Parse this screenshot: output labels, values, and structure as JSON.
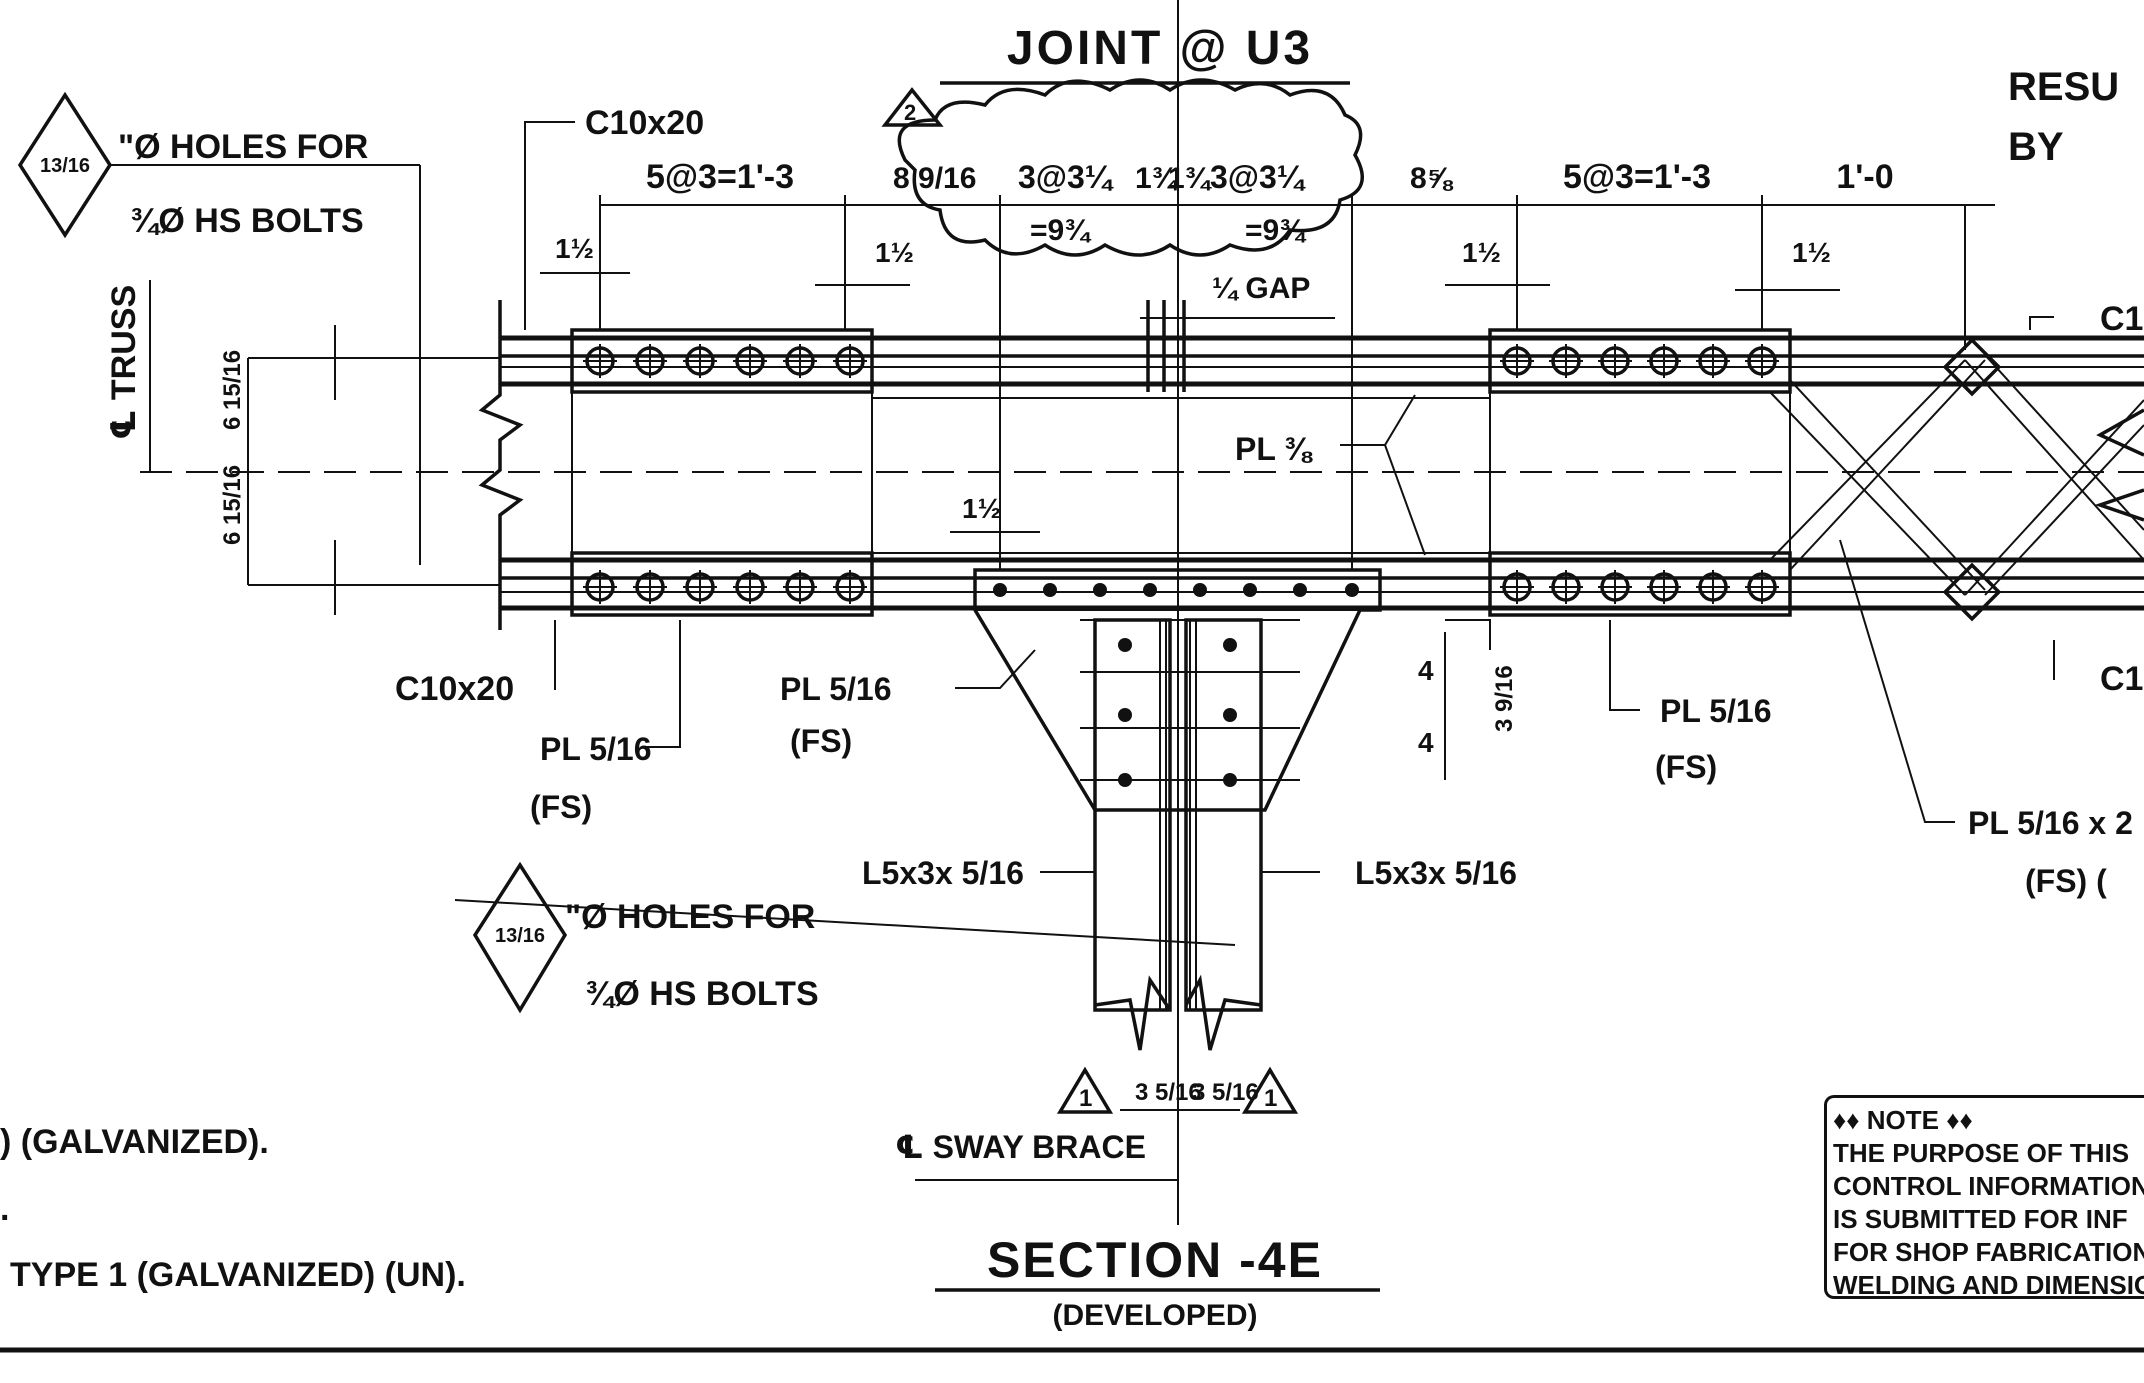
{
  "title": "JOINT @ U3",
  "corner_text": [
    "RESU",
    "BY"
  ],
  "section": {
    "title": "SECTION -4E",
    "subtitle": "(DEVELOPED)"
  },
  "holes_note": {
    "fraction": "13/16",
    "line1": "\"Ø HOLES FOR",
    "line2": "¾Ø HS BOLTS"
  },
  "labels": {
    "c10x20_top": "C10x20",
    "c10x20_bottom": "C10x20",
    "truss": "℄ TRUSS",
    "dim_6_15_16": "6 15/16",
    "dim_1_half": "1½",
    "pl_3_8": "PL ⅜",
    "pl_5_16": "PL 5/16",
    "fs": "(FS)",
    "l5x3": "L5x3x 5/16",
    "sway_brace": "℄ SWAY BRACE",
    "gap": "¼ GAP",
    "pl_right": "PL 5/16 x 2",
    "fs_right": "(FS) (",
    "c1_right": "C1",
    "dim_4": "4",
    "dim_3_9_16": "3 9/16",
    "dim_3_5_16": "3 5/16",
    "revision_1": "1",
    "revision_2": "2"
  },
  "dims_top": {
    "left_group": "5@3=1'-3",
    "a": "8 9/16",
    "b": "3@3¼",
    "c": "1¾",
    "d": "1¾",
    "e": "3@3¼",
    "f": "8⅝",
    "right_group": "5@3=1'-3",
    "far_right": "1'-0",
    "sub_left": "=9¾",
    "sub_right": "=9¾"
  },
  "left_notes": [
    ") (GALVANIZED).",
    ".",
    "TYPE 1 (GALVANIZED) (UN)."
  ],
  "note": {
    "header": "♦♦ NOTE ♦♦",
    "lines": [
      "THE PURPOSE OF THIS",
      "CONTROL INFORMATION",
      "IS SUBMITTED FOR INF",
      "FOR SHOP FABRICATION",
      "WELDING AND DIMENSIO"
    ]
  }
}
